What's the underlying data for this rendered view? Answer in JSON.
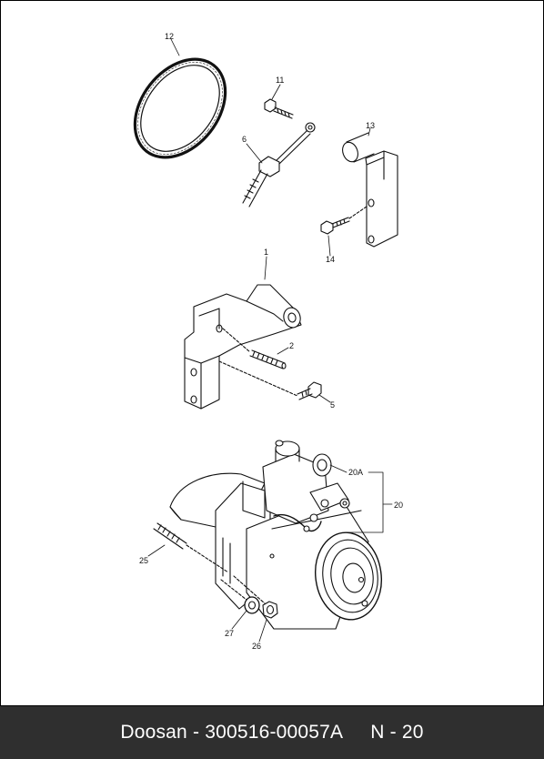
{
  "callouts": {
    "c12": "12",
    "c11": "11",
    "c13": "13",
    "c6": "6",
    "c14": "14",
    "c1": "1",
    "c2": "2",
    "c5": "5",
    "c20A": "20A",
    "c20": "20",
    "c25": "25",
    "c27": "27",
    "c26": "26"
  },
  "footer": {
    "brand_part": "Doosan - 300516-00057A",
    "page": "N - 20"
  }
}
